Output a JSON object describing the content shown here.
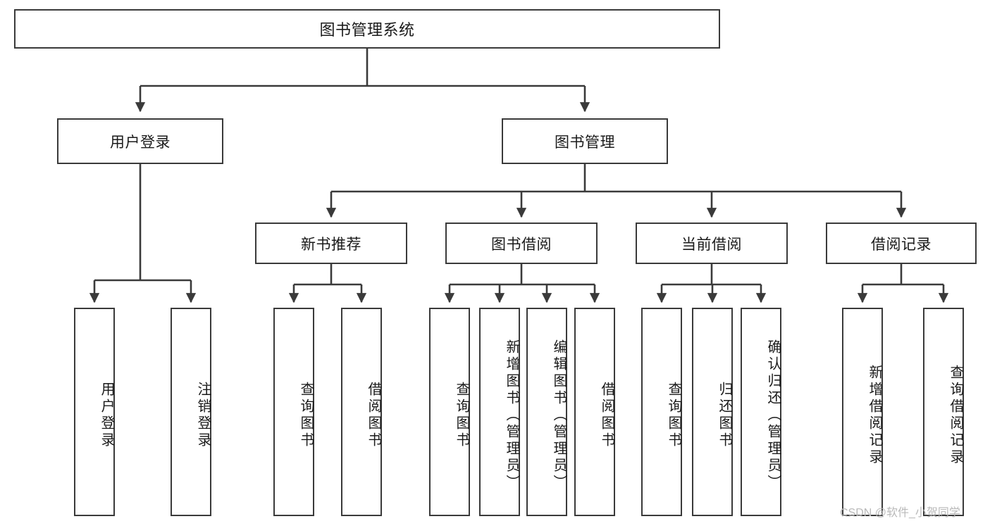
{
  "diagram": {
    "type": "tree-hierarchy",
    "title": "图书管理系统",
    "watermark": "CSDN @软件_小贺同学",
    "colors": {
      "box_border": "#3a3a3a",
      "box_fill": "#ffffff",
      "edge": "#3a3a3a",
      "text": "#1a1a1a",
      "watermark": "#b9b9b9"
    },
    "root": {
      "label": "图书管理系统"
    },
    "level2": [
      {
        "label": "用户登录"
      },
      {
        "label": "图书管理"
      }
    ],
    "level3": [
      {
        "label": "新书推荐"
      },
      {
        "label": "图书借阅"
      },
      {
        "label": "当前借阅"
      },
      {
        "label": "借阅记录"
      }
    ],
    "leaves": {
      "user_login": [
        {
          "label": "用户登录"
        },
        {
          "label": "注销登录"
        }
      ],
      "new_book_recommend": [
        {
          "label": "查询图书"
        },
        {
          "label": "借阅图书"
        }
      ],
      "book_borrow": [
        {
          "label": "查询图书"
        },
        {
          "label": "新增图书（管理员）"
        },
        {
          "label": "编辑图书（管理员）"
        },
        {
          "label": "借阅图书"
        }
      ],
      "current_borrow": [
        {
          "label": "查询图书"
        },
        {
          "label": "归还图书"
        },
        {
          "label": "确认归还（管理员）"
        }
      ],
      "borrow_record": [
        {
          "label": "新增借阅记录"
        },
        {
          "label": "查询借阅记录"
        }
      ]
    }
  }
}
